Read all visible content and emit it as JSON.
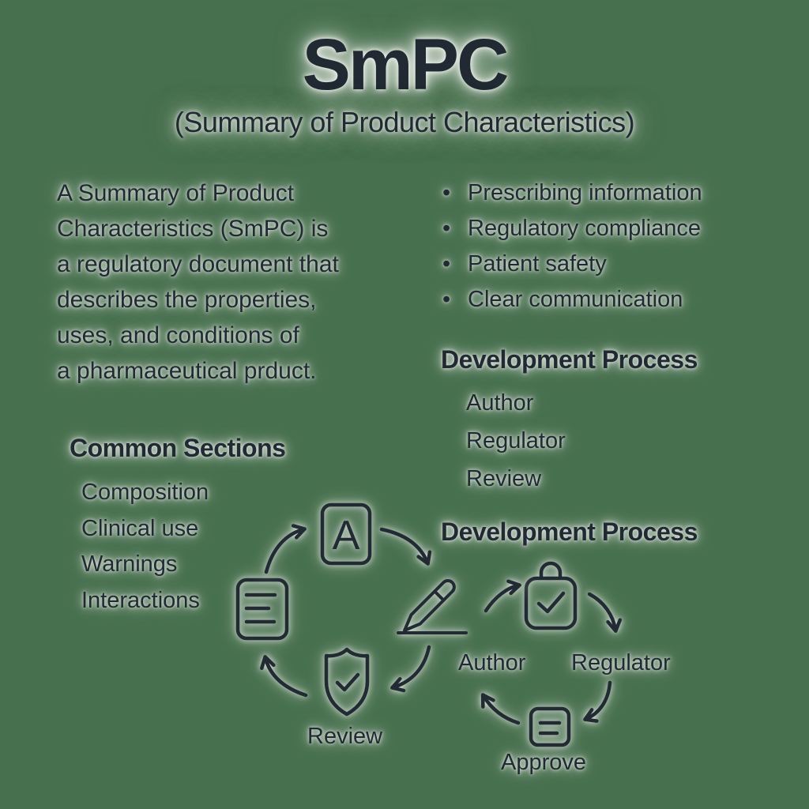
{
  "colors": {
    "background": "#47704e",
    "ink": "#212a33",
    "halo": "#f5f6f2"
  },
  "title": "SmPC",
  "subtitle": "(Summary of Product Characteristics)",
  "description": {
    "lines": [
      "A Summary of Product",
      "Characteristics (SmPC) is",
      "a regulatory document that",
      "describes the properties,",
      "uses, and conditions of",
      "a pharmaceutical prduct."
    ]
  },
  "benefits": {
    "bullet": "•",
    "items": [
      "Prescribing information",
      "Regulatory compliance",
      "Patient safety",
      "Clear communication"
    ]
  },
  "process_list": {
    "heading": "Development Process",
    "items": [
      "Author",
      "Regulator",
      "Review"
    ]
  },
  "common_sections": {
    "heading": "Common Sections",
    "items": [
      "Composition",
      "Clinical use",
      "Warnings",
      "Interactions"
    ]
  },
  "diagram": {
    "heading": "Development Process",
    "letter_a": "A",
    "labels": {
      "author": "Author",
      "regulator": "Regulator",
      "review": "Review",
      "approve": "Approve"
    }
  }
}
